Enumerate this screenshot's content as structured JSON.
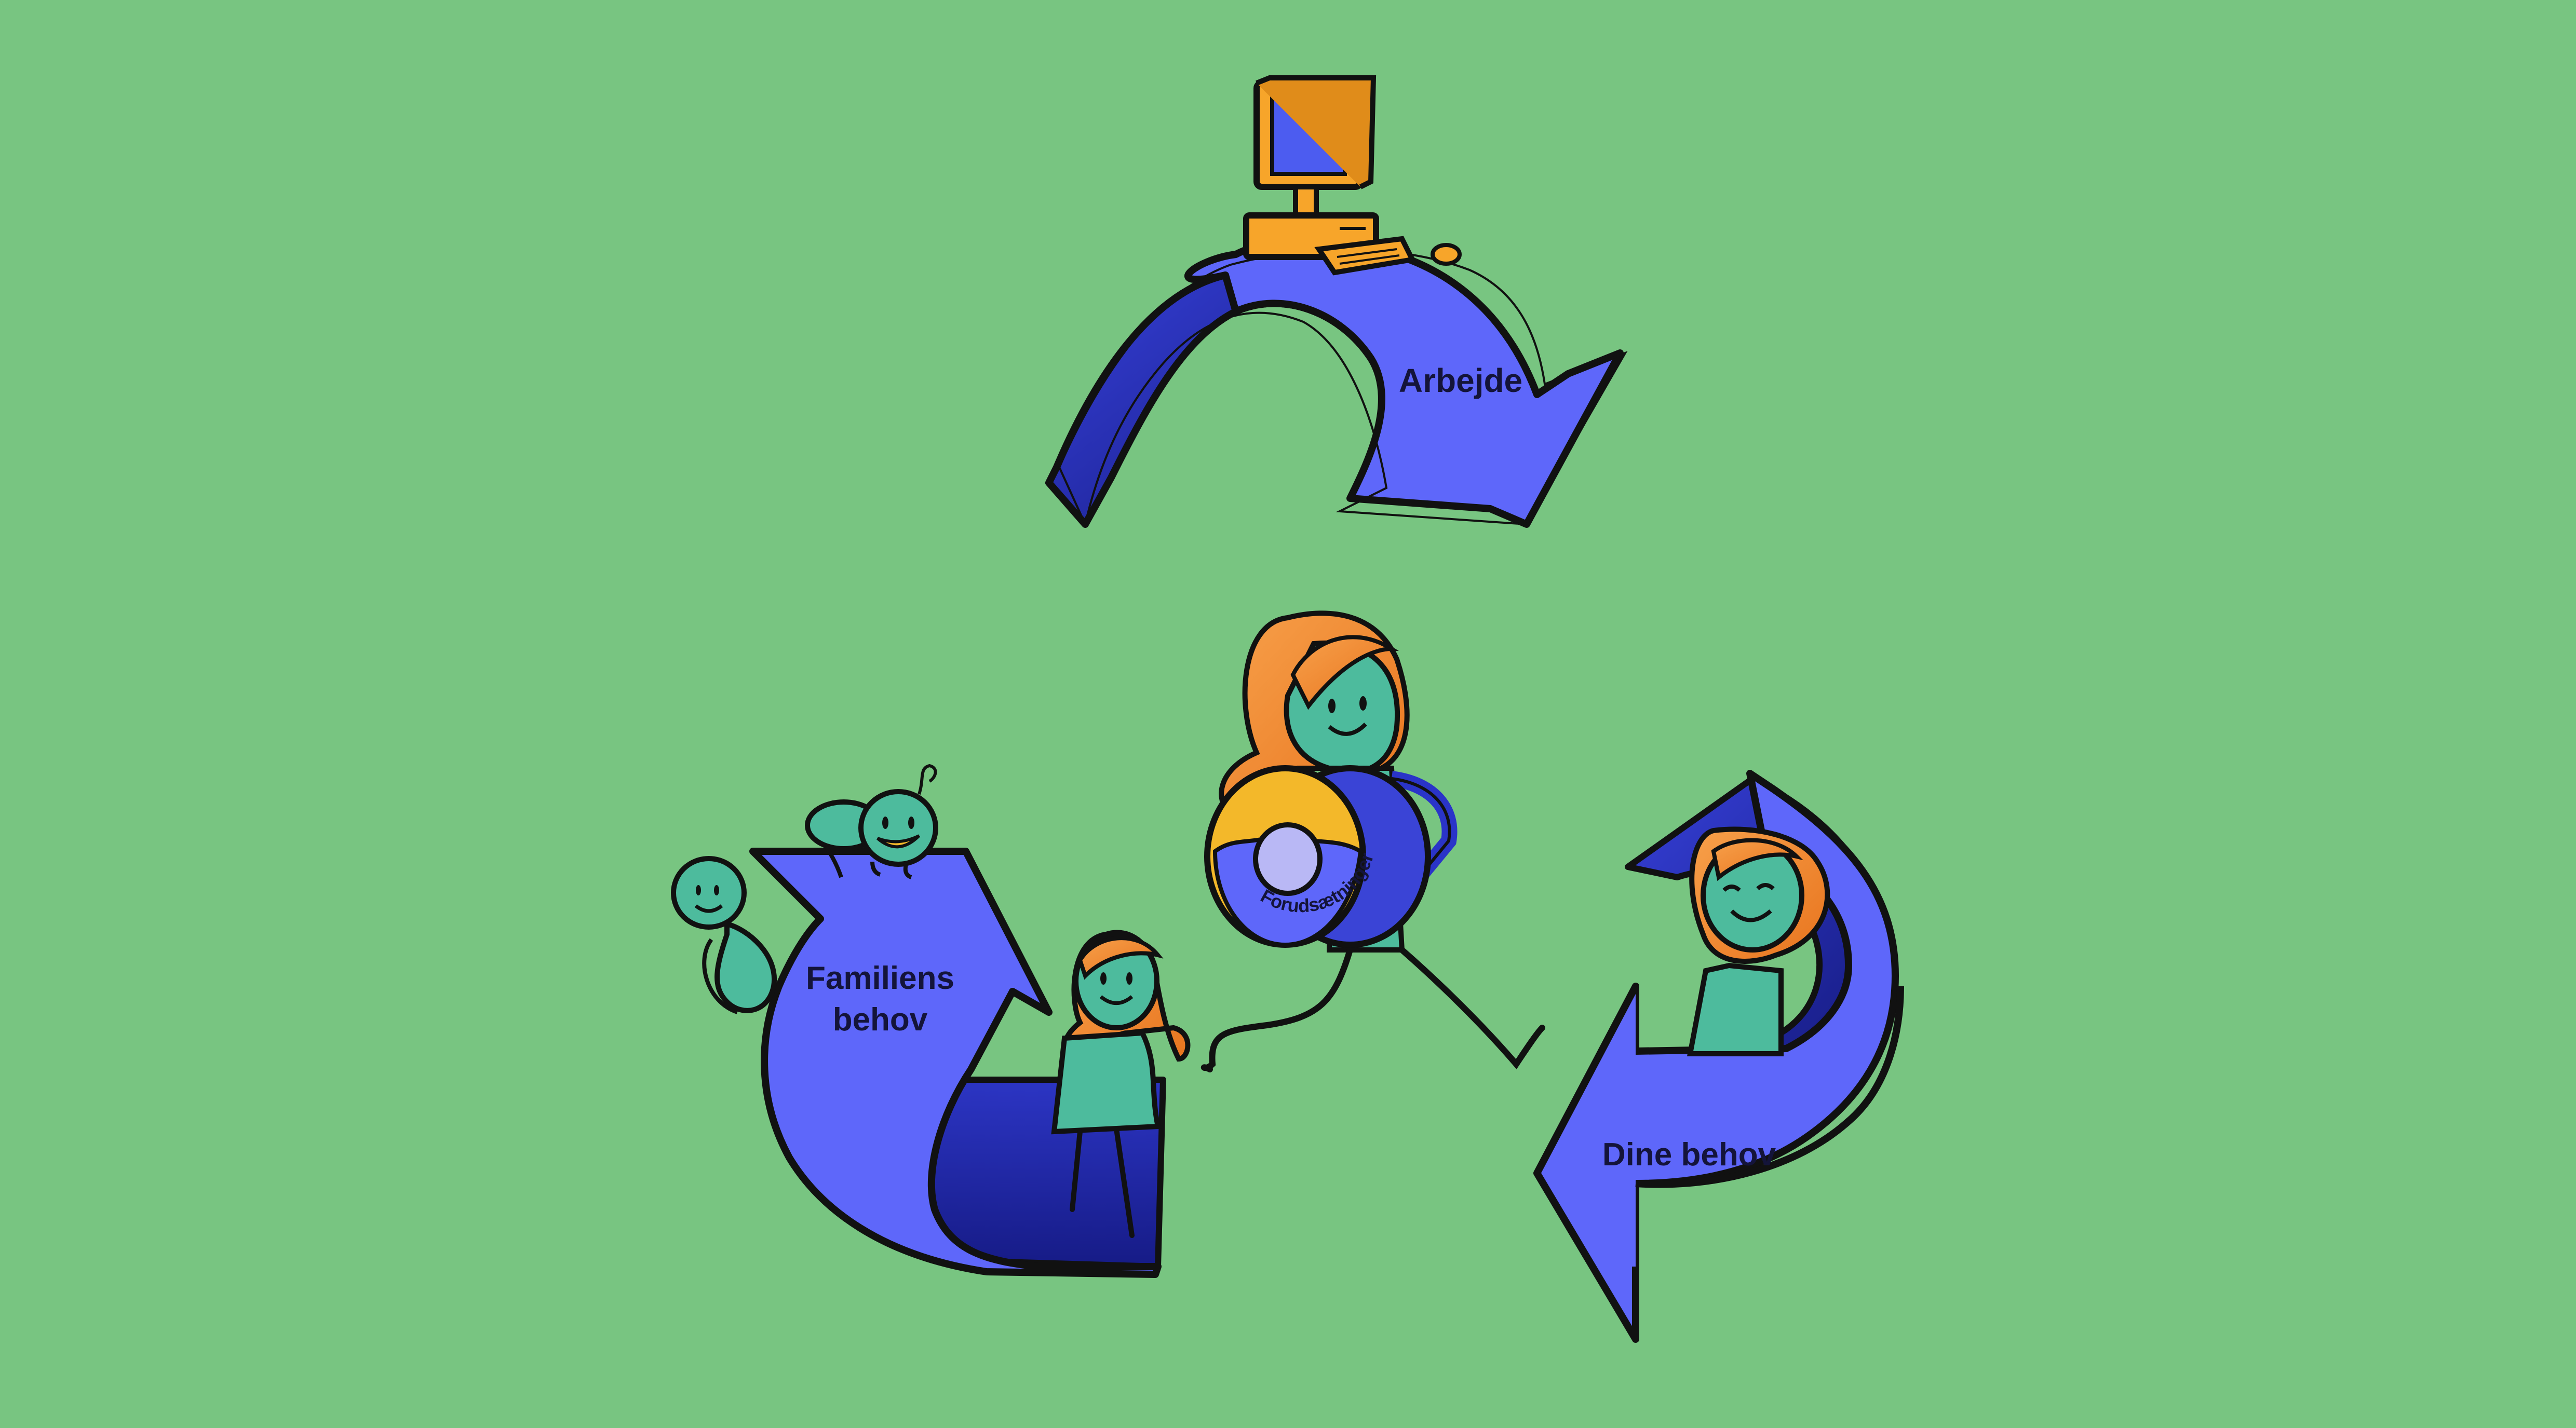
{
  "background_color": "#78C581",
  "colors": {
    "arrow": "#5E67FA",
    "arrow_inner": "#2A34C8",
    "arrow_dark": "#1A1F8C",
    "skin": "#4DBB9D",
    "hair": "#F08A2E",
    "outline": "#111111",
    "computer": "#F7A52A",
    "drum_rim": "#F3B82A"
  },
  "labels": {
    "work": "Arbejde",
    "family_line1": "Familiens",
    "family_line2": "behov",
    "own": "Dine behov",
    "drum": "Forudsætninger"
  },
  "icons": [
    "computer-icon",
    "keyboard-icon",
    "mouse-icon",
    "woman-figure",
    "baby-figure",
    "drum-icon"
  ]
}
